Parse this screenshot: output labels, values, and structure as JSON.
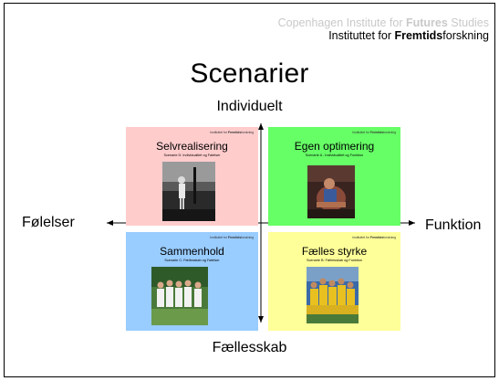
{
  "header": {
    "english_prefix": "Copenhagen Institute for ",
    "english_bold": "Futures",
    "english_suffix": " Studies",
    "danish_prefix": "Instituttet for ",
    "danish_bold": "Fremtids",
    "danish_suffix": "forskning"
  },
  "title": "Scenarier",
  "axes": {
    "top": "Individuelt",
    "bottom": "Fællesskab",
    "left": "Følelser",
    "right": "Funktion"
  },
  "cards": {
    "top_left": {
      "institute_prefix": "Instituttet for ",
      "institute_bold": "Fremtids",
      "institute_suffix": "forskning",
      "title": "Selvrealisering",
      "subtitle": "Scenarie D: Individualitet og Følelser",
      "photo": "person-standing-photo",
      "color": "#ffcccc"
    },
    "top_right": {
      "institute_prefix": "Instituttet for ",
      "institute_bold": "Fremtids",
      "institute_suffix": "forskning",
      "title": "Egen optimering",
      "subtitle": "Scenarie A - Individualitet og Funktion",
      "photo": "seated-person-photo",
      "color": "#66ff66"
    },
    "bottom_left": {
      "institute_prefix": "Instituttet for ",
      "institute_bold": "Fremtids",
      "institute_suffix": "forskning",
      "title": "Sammenhold",
      "subtitle": "Scenarie C: Fællesskab og Følelser",
      "photo": "group-of-women-photo",
      "color": "#99ccff"
    },
    "bottom_right": {
      "institute_prefix": "Instituttet for ",
      "institute_bold": "Fremtids",
      "institute_suffix": "forskning",
      "title": "Fælles styrke",
      "subtitle": "Scenarie B: Fællesskab og Funktion",
      "photo": "sports-team-photo",
      "color": "#ffff99"
    }
  }
}
